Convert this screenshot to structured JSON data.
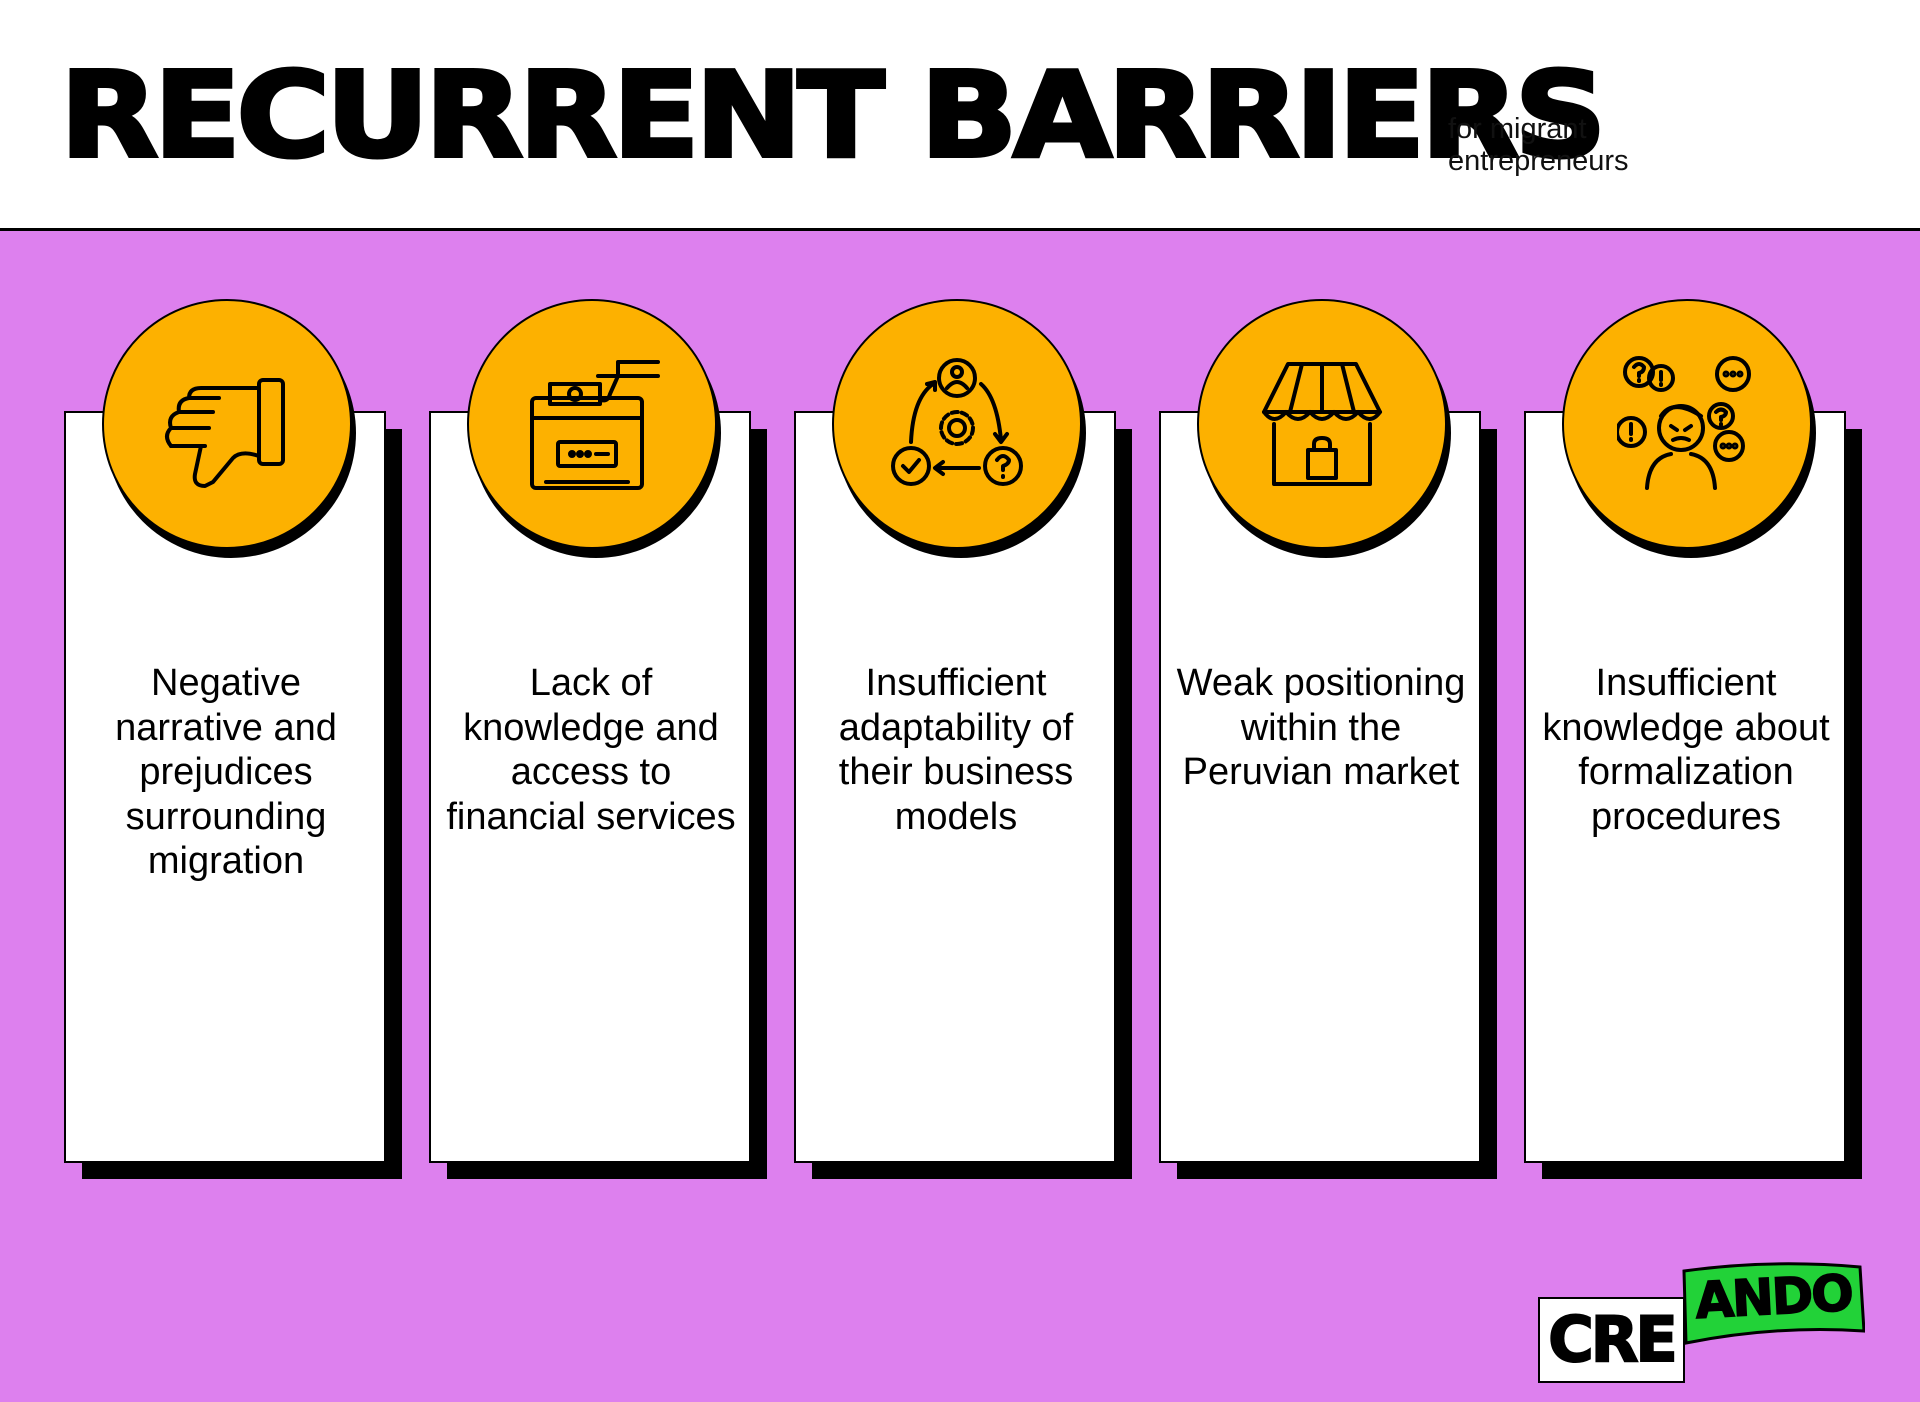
{
  "header": {
    "title": "RECURRENT BARRIERS",
    "subtitle": "for migrant entrepreneurs"
  },
  "cards": [
    {
      "icon": "thumbs-down-icon",
      "label": "Negative narrative and prejudices surrounding migration"
    },
    {
      "icon": "cash-register-icon",
      "label": "Lack of knowledge and access to financial services"
    },
    {
      "icon": "adaptation-cycle-icon",
      "label": "Insufficient adaptability of their business models"
    },
    {
      "icon": "storefront-icon",
      "label": "Weak positioning within the Peruvian market"
    },
    {
      "icon": "confused-person-icon",
      "label": "Insufficient knowledge about formalization procedures"
    }
  ],
  "logo": {
    "part1": "CRE",
    "part2": "ANDO"
  },
  "colors": {
    "background": "#dd80ee",
    "accent": "#fdb100",
    "logo_green": "#22d238",
    "text": "#000000"
  }
}
